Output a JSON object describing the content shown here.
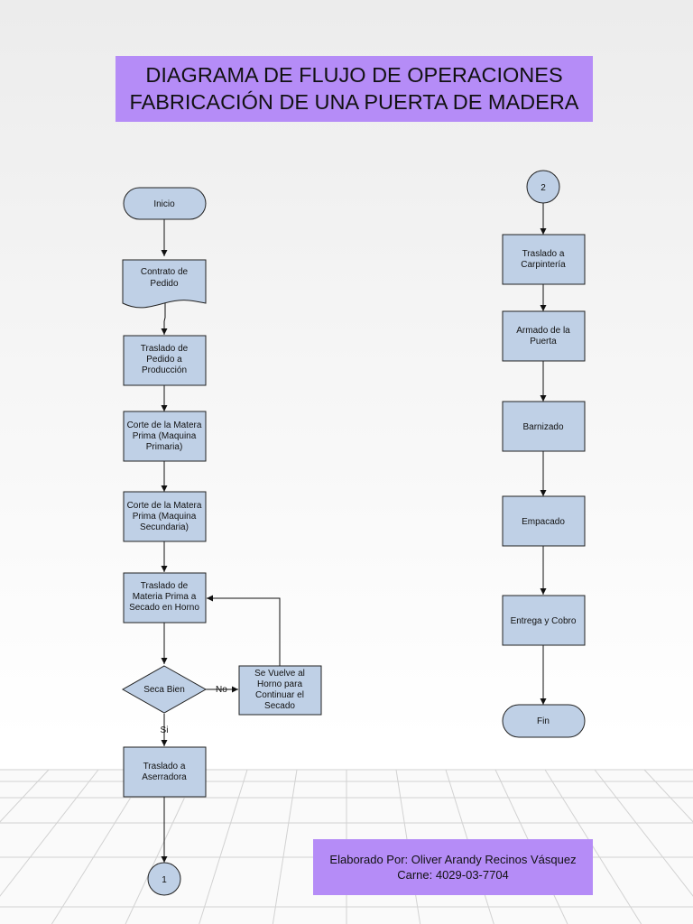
{
  "title": {
    "line1": "DIAGRAMA DE FLUJO DE OPERACIONES",
    "line2": "FABRICACIÓN DE UNA PUERTA DE MADERA"
  },
  "credit": {
    "line1": "Elaborado Por: Oliver Arandy Recinos Vásquez",
    "line2": "Carne: 4029-03-7704"
  },
  "left_column": {
    "start": "Inicio",
    "document": [
      "Contrato de",
      "Pedido"
    ],
    "step1": [
      "Traslado de",
      "Pedido a",
      "Producción"
    ],
    "step2": [
      "Corte de la Matera",
      "Prima (Maquina",
      "Primaria)"
    ],
    "step3": [
      "Corte de la Matera",
      "Prima (Maquina",
      "Secundaria)"
    ],
    "step4": [
      "Traslado de",
      "Materia Prima  a",
      "Secado en Horno"
    ],
    "decision": "Seca Bien",
    "loop_box": [
      "Se Vuelve al",
      "Horno para",
      "Continuar el",
      "Secado"
    ],
    "label_no": "No",
    "label_yes": "Si",
    "step5": [
      "Traslado a",
      "Aserradora"
    ],
    "connector": "1"
  },
  "right_column": {
    "connector": "2",
    "step1": [
      "Traslado a",
      "Carpintería"
    ],
    "step2": [
      "Armado de la",
      "Puerta"
    ],
    "step3": "Barnizado",
    "step4": "Empacado",
    "step5": "Entrega y Cobro",
    "end": "Fin"
  }
}
